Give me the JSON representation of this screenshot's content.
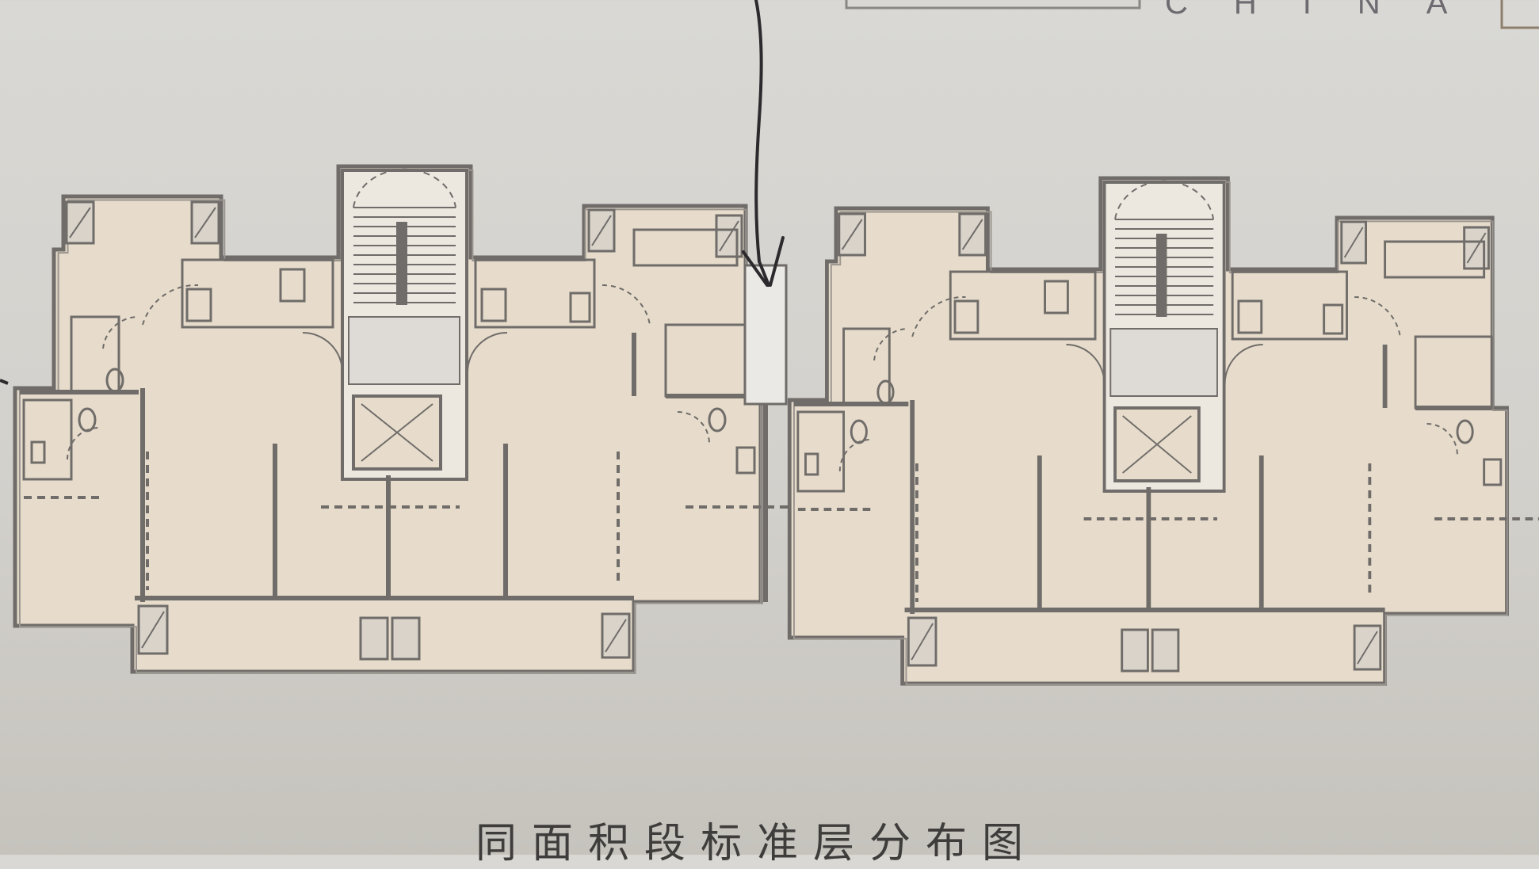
{
  "header": {
    "brand_text": "CHINA"
  },
  "diagram": {
    "title": "同面积段标准层分布图",
    "colors": {
      "paper": "#d6d4cf",
      "floor_fill": "#e7dccb",
      "wall_stroke": "#6f6c69",
      "annotation_ink": "#2c2a2c"
    },
    "elements": [
      "stair-core",
      "elevator-icon",
      "hand-drawn-arrow",
      "light-well"
    ]
  }
}
